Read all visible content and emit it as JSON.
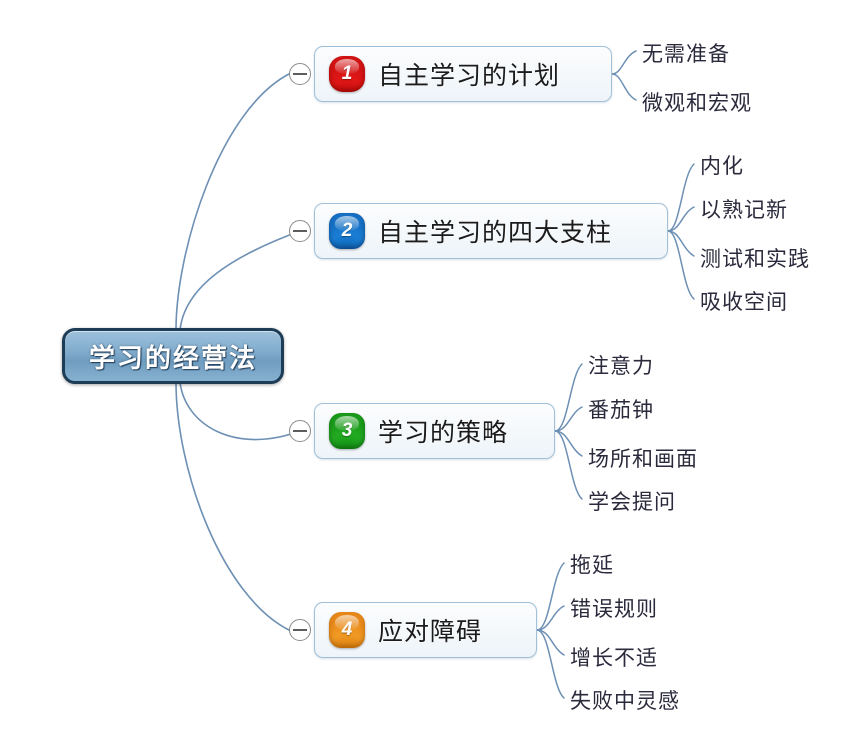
{
  "diagram": {
    "type": "mind-map",
    "title": "学习的经营法",
    "colors": {
      "root_fill": "#84aece",
      "root_border": "#1d3c55",
      "node_border": "#9fc0d8",
      "node_fill": "#f4f8fb",
      "edge": "#6d90b4",
      "badge_1": "#d21414",
      "badge_2": "#1670c4",
      "badge_3": "#1b9a1b",
      "badge_4": "#e8891a",
      "text": "#1b1b1b",
      "leaf_text": "#2a2a3c",
      "background": "#ffffff"
    },
    "root": {
      "label": "学习的经营法"
    },
    "branches": [
      {
        "number": "1",
        "label": "自主学习的计划",
        "badge_color": "#d21414",
        "toggle": "collapse-minus-icon",
        "children": [
          {
            "label": "无需准备"
          },
          {
            "label": "微观和宏观"
          }
        ]
      },
      {
        "number": "2",
        "label": "自主学习的四大支柱",
        "badge_color": "#1670c4",
        "toggle": "collapse-minus-icon",
        "children": [
          {
            "label": "内化"
          },
          {
            "label": "以熟记新"
          },
          {
            "label": "测试和实践"
          },
          {
            "label": "吸收空间"
          }
        ]
      },
      {
        "number": "3",
        "label": "学习的策略",
        "badge_color": "#1b9a1b",
        "toggle": "collapse-minus-icon",
        "children": [
          {
            "label": "注意力"
          },
          {
            "label": "番茄钟"
          },
          {
            "label": "场所和画面"
          },
          {
            "label": "学会提问"
          }
        ]
      },
      {
        "number": "4",
        "label": "应对障碍",
        "badge_color": "#e8891a",
        "toggle": "collapse-minus-icon",
        "children": [
          {
            "label": "拖延"
          },
          {
            "label": "错误规则"
          },
          {
            "label": "增长不适"
          },
          {
            "label": "失败中灵感"
          }
        ]
      }
    ]
  }
}
